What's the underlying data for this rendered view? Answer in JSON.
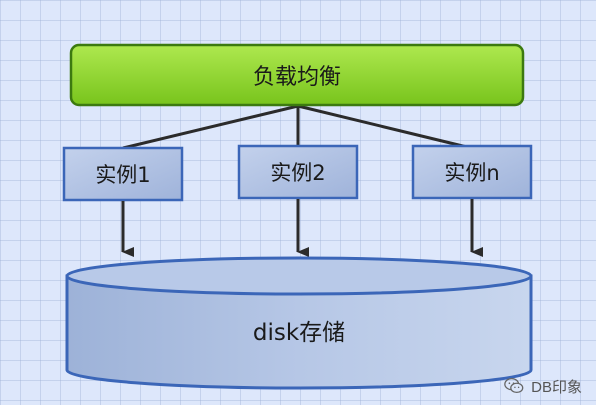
{
  "diagram": {
    "load_balancer": {
      "label": "负载均衡"
    },
    "instances": [
      {
        "label": "实例1"
      },
      {
        "label": "实例2"
      },
      {
        "label": "实例n"
      }
    ],
    "storage": {
      "label": "disk存储"
    }
  },
  "watermark": {
    "text": "DB印象",
    "icon": "wechat-icon"
  },
  "colors": {
    "balancer_fill_top": "#a6e545",
    "balancer_fill_bottom": "#7cc81f",
    "balancer_stroke": "#3c7a10",
    "instance_fill": "#aebfe0",
    "instance_stroke": "#3b66b8",
    "storage_fill": "#a9bfe0",
    "storage_stroke": "#3b66b8",
    "connector": "#2b2b2b"
  }
}
